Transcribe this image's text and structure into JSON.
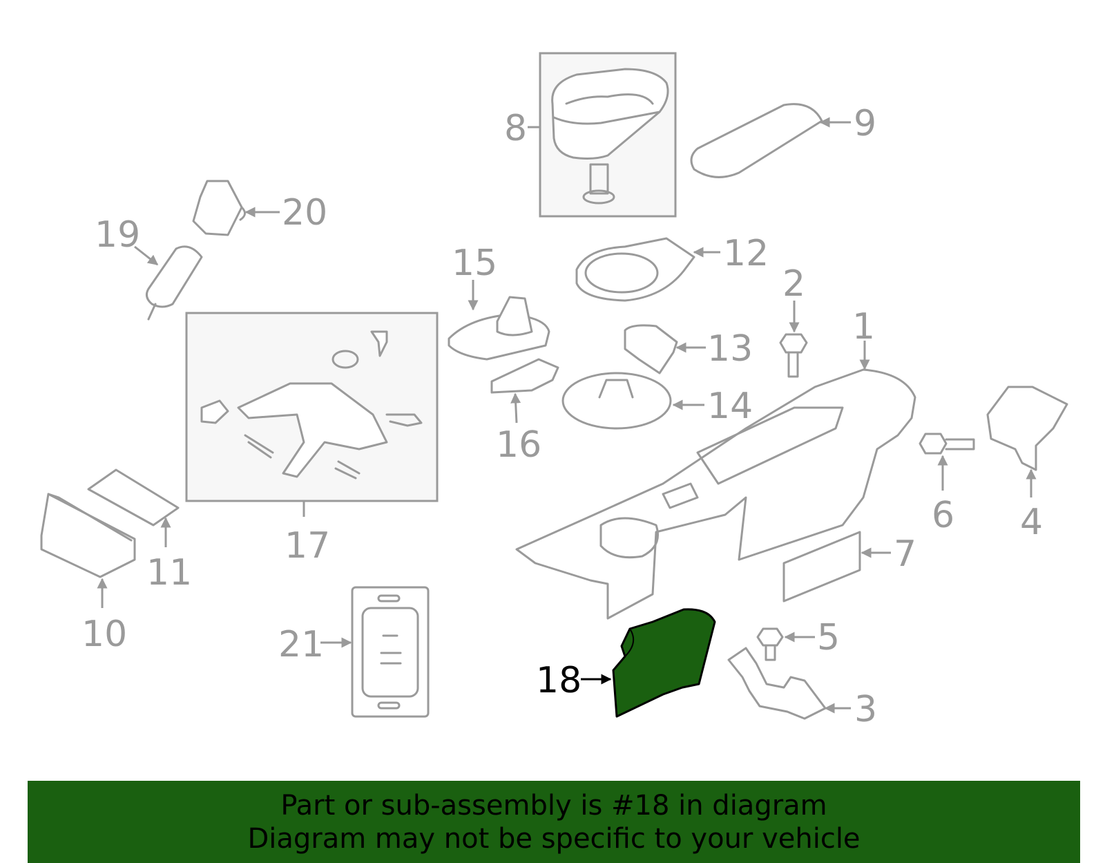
{
  "diagram": {
    "highlight_color": "#1a6010",
    "line_color": "#9a9a9a",
    "highlighted_part": "18",
    "callouts": [
      {
        "id": "c1",
        "label": "1"
      },
      {
        "id": "c2",
        "label": "2"
      },
      {
        "id": "c3",
        "label": "3"
      },
      {
        "id": "c4",
        "label": "4"
      },
      {
        "id": "c5",
        "label": "5"
      },
      {
        "id": "c6",
        "label": "6"
      },
      {
        "id": "c7",
        "label": "7"
      },
      {
        "id": "c8",
        "label": "8"
      },
      {
        "id": "c9",
        "label": "9"
      },
      {
        "id": "c10",
        "label": "10"
      },
      {
        "id": "c11",
        "label": "11"
      },
      {
        "id": "c12",
        "label": "12"
      },
      {
        "id": "c13",
        "label": "13"
      },
      {
        "id": "c14",
        "label": "14"
      },
      {
        "id": "c15",
        "label": "15"
      },
      {
        "id": "c16",
        "label": "16"
      },
      {
        "id": "c17",
        "label": "17"
      },
      {
        "id": "c18",
        "label": "18"
      },
      {
        "id": "c19",
        "label": "19"
      },
      {
        "id": "c20",
        "label": "20"
      },
      {
        "id": "c21",
        "label": "21"
      }
    ]
  },
  "banner": {
    "background": "#1a6010",
    "line1": "Part or sub-assembly is #18 in diagram",
    "line2": "Diagram may not be specific to your vehicle"
  }
}
